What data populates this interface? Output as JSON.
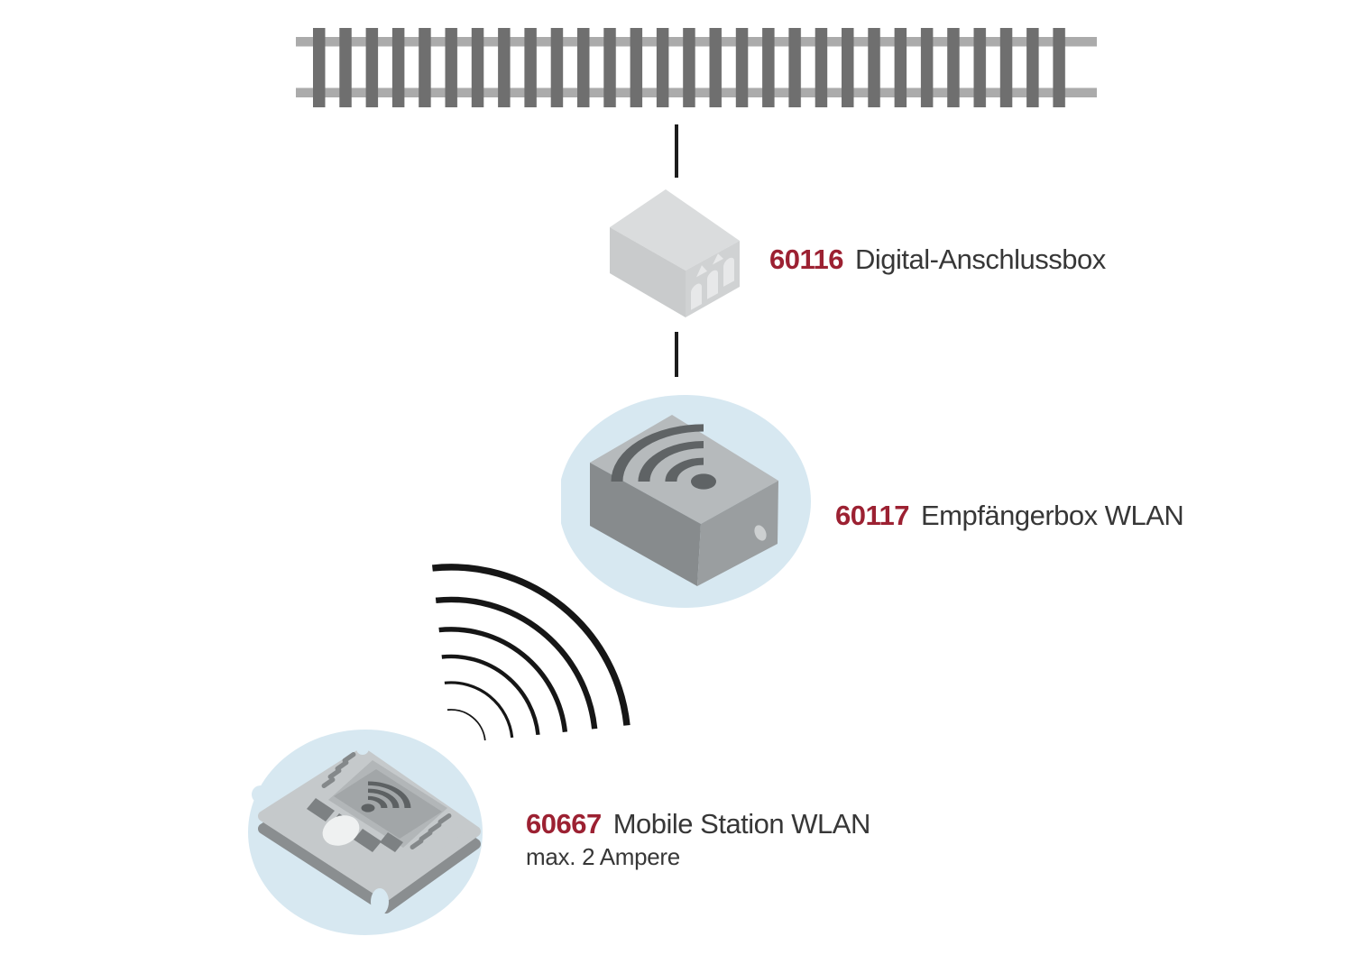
{
  "colors": {
    "accent": "#9c2132",
    "text": "#373737",
    "halo": "#d7e8f1",
    "tie": "#6f6f6f",
    "rail": "#ababab",
    "wave": "#161616",
    "line": "#1c1c1c"
  },
  "devices": [
    {
      "number": "60116",
      "name": "Digital-Anschlussbox"
    },
    {
      "number": "60117",
      "name": "Empfängerbox WLAN"
    },
    {
      "number": "60667",
      "name": "Mobile Station WLAN",
      "note": "max. 2 Ampere"
    }
  ]
}
